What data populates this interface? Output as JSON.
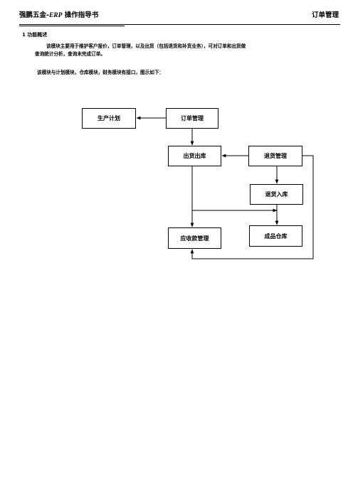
{
  "header": {
    "title_prefix": "强鹏五金-",
    "title_erp": "ERP",
    "title_suffix": " 操作指导书",
    "section_name": "订单管理"
  },
  "section": {
    "title": "1  功能概述",
    "paragraph_line1": "该模块主要用于维护客户报价，订单管理，以及出货（包括退货和补货业务），可对订单和出货做",
    "paragraph_line2": "查询统计分析，查询未完成订单。",
    "paragraph_line3": "该模块与计划模块，仓库模块，财务模块有接口，图示如下："
  },
  "diagram": {
    "production_plan": "生产计划",
    "order_management": "订单管理",
    "shipping_out": "出货出库",
    "return_management": "退货管理",
    "return_in": "退货入库",
    "receivable_management": "应收款管理",
    "finished_warehouse": "成品仓库"
  }
}
